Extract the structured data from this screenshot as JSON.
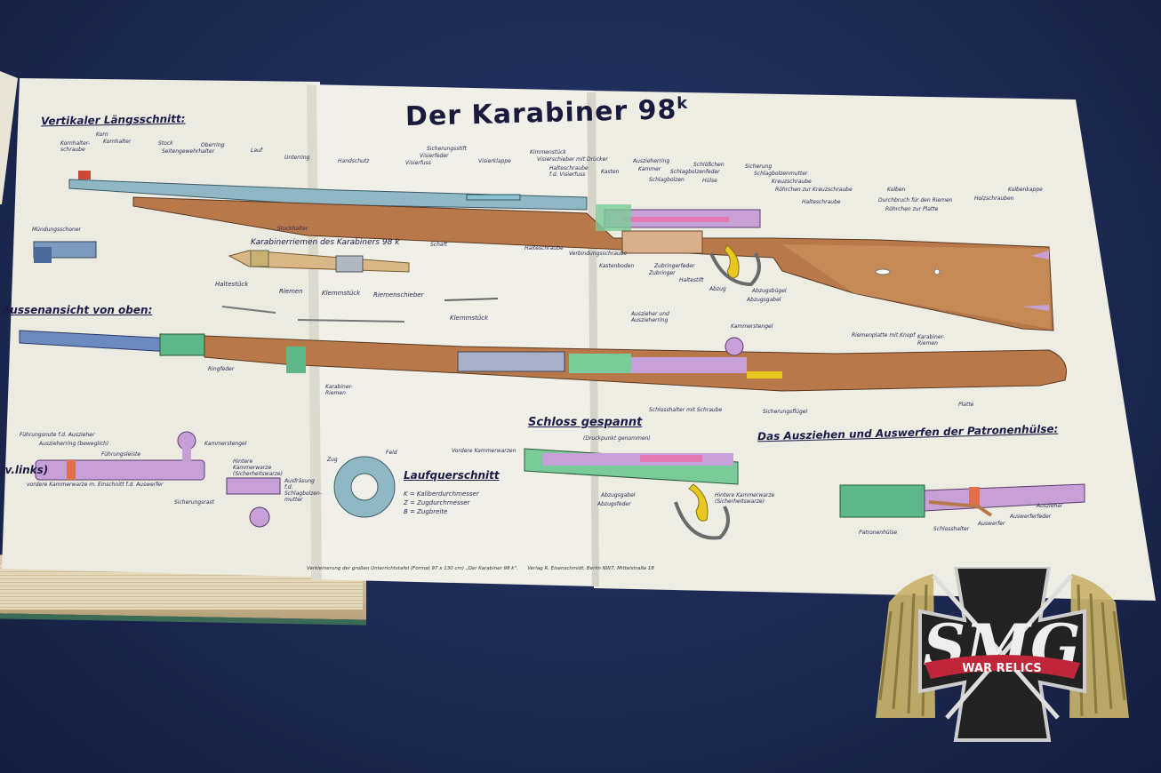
{
  "title": {
    "main": "Der Karabiner 98",
    "sup": "k"
  },
  "headings": {
    "vertikal": "Vertikaler Längsschnitt:",
    "aussen": "Aussenansicht von oben:",
    "schloss": "Schloss gespannt",
    "schloss_sub": "(Druckpunkt genommen)",
    "laufquer": "Laufquerschnitt",
    "ausziehen": "Das Ausziehen und Auswerfen der Patronenhülse:",
    "riemen": "Karabinerriemen des Karabiners 98 k",
    "links": "(v.links)"
  },
  "labels": {
    "kornhalterschraube": "Kornhalter-schraube",
    "korn": "Korn",
    "kornhalter": "Kornhalter",
    "stock": "Stock",
    "oberring": "Oberring",
    "seitengewehrhalter": "Seitengewehrhalter",
    "lauf": "Lauf",
    "unterring": "Unterring",
    "handschutz": "Handschutz",
    "sicherungsstift": "Sicherungsstift",
    "visierfeder": "Visierfeder",
    "visierfuss": "Visierfuss",
    "visierklappe": "Visierklappe",
    "kimmenstueck": "Kimmenstück",
    "visierschieber": "Visierschieber mit Drücker",
    "halteschraube_visier": "Halteschraube f.d. Visierfuss",
    "kasten": "Kasten",
    "auszieherring": "Auszieherring",
    "kammer": "Kammer",
    "schlagbolzenfeder": "Schlagbolzenfeder",
    "schlagbolzen": "Schlagbolzen",
    "schloesschen": "Schlößchen",
    "huelse": "Hülse",
    "sicherung": "Sicherung",
    "schlagbolzenmutter": "Schlagbolzenmutter",
    "kreuzschraube": "Kreuzschraube",
    "roehrchen_kreuz": "Röhrchen zur Kreuzschraube",
    "halteschraube": "Halteschraube",
    "kolben": "Kolben",
    "durchbruch": "Durchbruch für den Riemen",
    "roehrchen_platte": "Röhrchen zur Platte",
    "holzschrauben": "Holzschrauben",
    "kolbenkappe": "Kolbenkappe",
    "muendungsschoner": "Mündungsschoner",
    "stockhalter": "Stockhalter",
    "schaft": "Schaft",
    "halteschraube2": "Halteschraube",
    "verbindungsschraube": "Verbindungsschraube",
    "kastenboden": "Kastenboden",
    "zubringerfeder": "Zubringerfeder",
    "zubringer": "Zubringer",
    "haltestift": "Haltestift",
    "abzug": "Abzug",
    "abzugbuegel": "Abzugsbügel",
    "abzugsgabel": "Abzugsgabel",
    "haltestueck": "Haltestück",
    "riemen": "Riemen",
    "klemmstueck": "Klemmstück",
    "riemenschieber": "Riemenschieber",
    "klemmstueck2": "Klemmstück",
    "ringfeder": "Ringfeder",
    "karabinerriemen": "Karabiner-Riemen",
    "auszieher": "Auszieher und Auszieherring",
    "kammerstengel": "Kammerstengel",
    "riemenplatte": "Riemenplatte mit Knopf",
    "karabinerriemen2": "Karabiner-Riemen",
    "schlosshalter": "Schlosshalter mit Schraube",
    "sicherungsfluegel": "Sicherungsflügel",
    "platte": "Platte",
    "fuehrungsnute": "Führungsnute f.d. Auszieher",
    "auszieherring_bew": "Auszieherring (beweglich)",
    "fuehrungsleiste": "Führungsleiste",
    "kammerstengel2": "Kammerstengel",
    "vordere_kammerwarze": "vordere Kammerwarze m. Einschnitt f.d. Auswerfer",
    "sicherungsrast": "Sicherungsrast",
    "hintere_kammerwarze": "Hintere Kammerwarze (Sicherheitswarze)",
    "ausfraesung": "Ausfräsung f.d. Schlagbolzen-mutter",
    "zug": "Zug",
    "feld": "Feld",
    "k_def": "K = Kaliberdurchmesser",
    "z_def": "Z = Zugdurchmesser",
    "b_def": "B = Zugbreite",
    "vordere_kammerwarzen": "Vordere Kammerwarzen",
    "abzugsgabel2": "Abzugsgabel",
    "abzugsfeder": "Abzugsfeder",
    "hintere_kammerwarze2": "Hintere Kammerwarze (Sicherheitswarze)",
    "patronenhuelse": "Patronenhülse",
    "schlosshalter2": "Schlosshalter",
    "auswerfer": "Auswerfer",
    "auszieher2": "Auszieher",
    "auswerferfeder": "Auswerferfeder"
  },
  "footer": {
    "left": "Verkleinerung der großen Unterrichtstafel (Format 97 x 130 cm) „Der Karabiner 98 k\".",
    "right": "Verlag R. Eisenschmidt, Berlin NW7, Mittelstraße 18"
  },
  "logo": {
    "letters": "SMG",
    "banner": "WAR RELICS"
  }
}
